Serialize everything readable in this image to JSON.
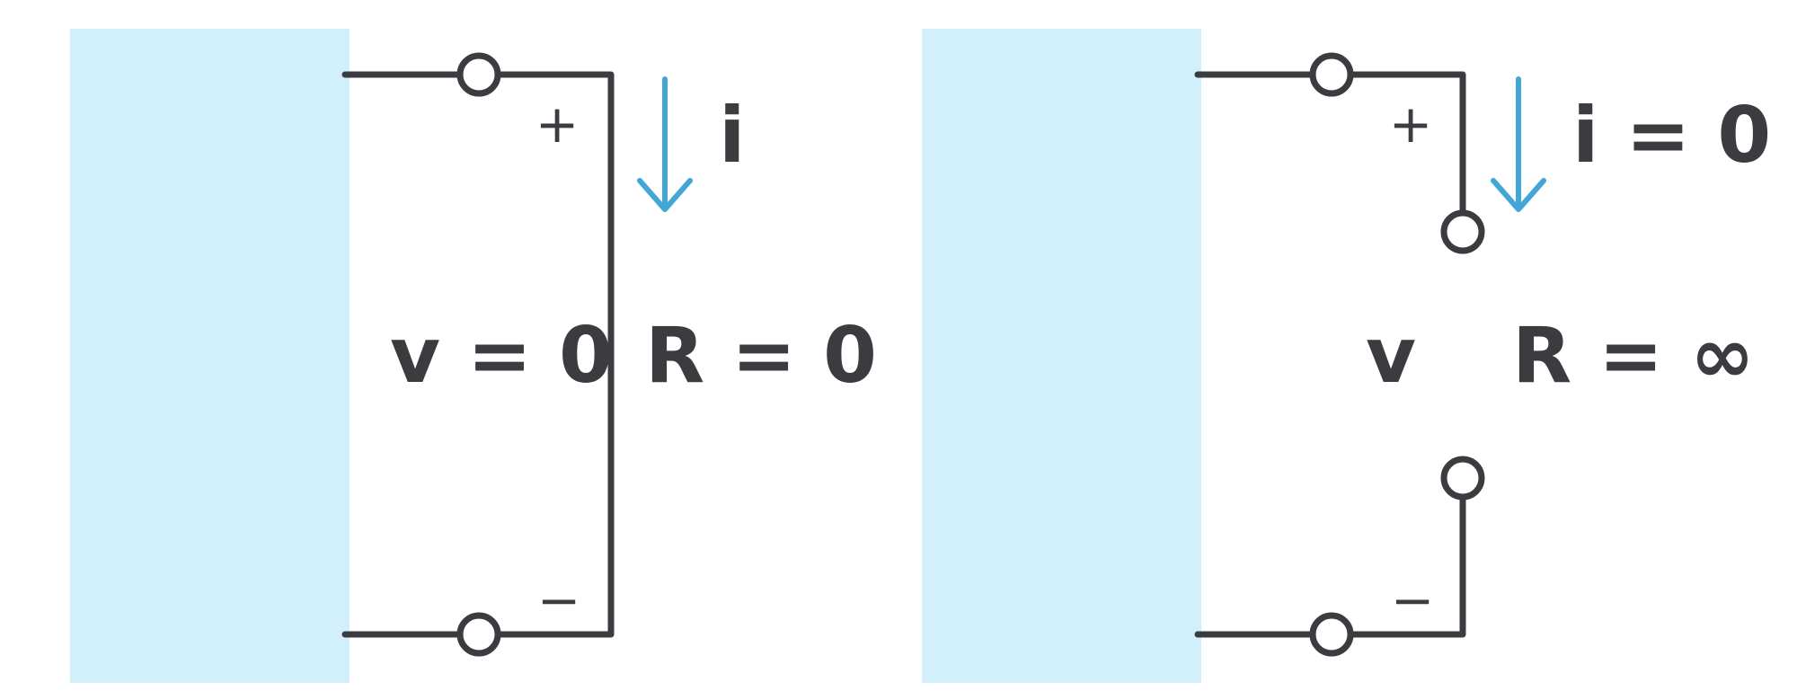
{
  "colors": {
    "panel": "#d1f0fb",
    "wire": "#3a3c40",
    "arrow": "#42a6d6",
    "text": "#3a3c40"
  },
  "left": {
    "title": "short-circuit",
    "plus": "+",
    "minus": "−",
    "current": "i",
    "voltage": "v = 0",
    "resistance": "R = 0"
  },
  "right": {
    "title": "open-circuit",
    "plus": "+",
    "minus": "−",
    "current": "i = 0",
    "voltage": "v",
    "resistance": "R = ∞"
  }
}
